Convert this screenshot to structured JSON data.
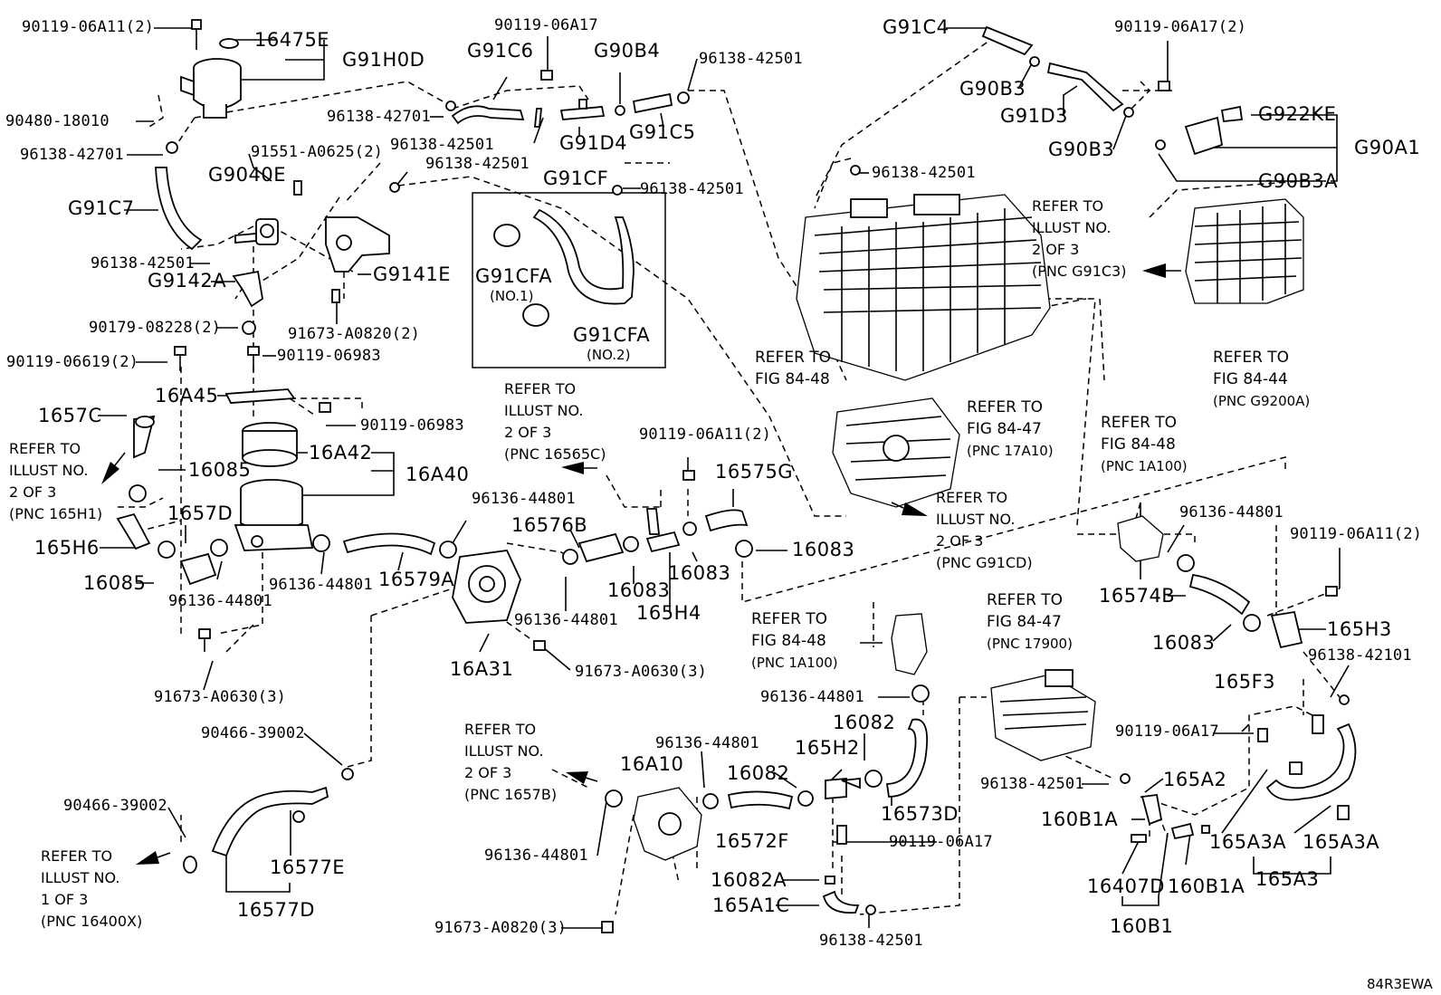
{
  "diagram_id": "84R3EWA",
  "parts": {
    "p_90119_06A11_2_top": "90119-06A11(2)",
    "p_16475E": "16475E",
    "p_G91H0D": "G91H0D",
    "p_90480_18010": "90480-18010",
    "p_96138_42701_a": "96138-42701",
    "p_96138_42701_b": "96138-42701",
    "p_G91C7": "G91C7",
    "p_91551_A0625": "91551-A0625(2)",
    "p_G9040E": "G9040E",
    "p_96138_42501_a": "96138-42501",
    "p_G9142A": "G9142A",
    "p_G9141E": "G9141E",
    "p_90179_08228": "90179-08228(2)",
    "p_91673_A0820_2": "91673-A0820(2)",
    "p_90119_06619": "90119-06619(2)",
    "p_90119_06983_a": "90119-06983",
    "p_16A45": "16A45",
    "p_90119_06983_b": "90119-06983",
    "p_1657C": "1657C",
    "p_16085_a": "16085",
    "p_16A42": "16A42",
    "p_16A40": "16A40",
    "p_1657D": "1657D",
    "p_165H6": "165H6",
    "p_16085_b": "16085",
    "p_96136_44801_a": "96136-44801",
    "p_96136_44801_b": "96136-44801",
    "p_16579A": "16579A",
    "p_91673_A0630_3_a": "91673-A0630(3)",
    "p_90119_06A17_top": "90119-06A17",
    "p_G91C6": "G91C6",
    "p_G90B4": "G90B4",
    "p_96138_42501_b": "96138-42501",
    "p_96138_42501_c": "96138-42501",
    "p_G91D4": "G91D4",
    "p_G91C5": "G91C5",
    "p_96138_42501_d": "96138-42501",
    "p_G91CF": "G91CF",
    "p_96138_42501_e": "96138-42501",
    "p_G91CFA_1": "G91CFA",
    "p_no1": "(NO.1)",
    "p_G91CFA_2": "G91CFA",
    "p_no2": "(NO.2)",
    "p_G91C4": "G91C4",
    "p_90119_06A17_2": "90119-06A17(2)",
    "p_G90B3_a": "G90B3",
    "p_G91D3": "G91D3",
    "p_G922KE": "G922KE",
    "p_G90B3_b": "G90B3",
    "p_G90A1": "G90A1",
    "p_G90B3A": "G90B3A",
    "p_96138_42501_f": "96138-42501",
    "p_96136_44801_c": "96136-44801",
    "p_90119_06A11_2_mid": "90119-06A11(2)",
    "p_16575G": "16575G",
    "p_16576B": "16576B",
    "p_16083_a": "16083",
    "p_16083_b": "16083",
    "p_16083_c": "16083",
    "p_165H4": "165H4",
    "p_96136_44801_d": "96136-44801",
    "p_16A31": "16A31",
    "p_91673_A0630_3_b": "91673-A0630(3)",
    "p_96136_44801_e": "96136-44801",
    "p_16574B": "16574B",
    "p_90119_06A11_2_right": "90119-06A11(2)",
    "p_165H3": "165H3",
    "p_16083_d": "16083",
    "p_96138_42101": "96138-42101",
    "p_165F3": "165F3",
    "p_90119_06A17_right": "90119-06A17",
    "p_96136_44801_f": "96136-44801",
    "p_16082_a": "16082",
    "p_165H2": "165H2",
    "p_16082_b": "16082",
    "p_16573D": "16573D",
    "p_96138_42501_g": "96138-42501",
    "p_165A2": "165A2",
    "p_160B1A_a": "160B1A",
    "p_165A3A_a": "165A3A",
    "p_165A3A_b": "165A3A",
    "p_16407D": "16407D",
    "p_160B1A_b": "160B1A",
    "p_165A3": "165A3",
    "p_160B1": "160B1",
    "p_90119_06A17_bottom": "90119-06A17",
    "p_16082A": "16082A",
    "p_165A1C": "165A1C",
    "p_96138_42501_h": "96138-42501",
    "p_96136_44801_g": "96136-44801",
    "p_16A10": "16A10",
    "p_16572F": "16572F",
    "p_96136_44801_h": "96136-44801",
    "p_91673_A0820_3": "91673-A0820(3)",
    "p_90466_39002_a": "90466-39002",
    "p_90466_39002_b": "90466-39002",
    "p_16577E": "16577E",
    "p_16577D": "16577D"
  },
  "references": {
    "illust_g91c3": [
      "REFER TO",
      "ILLUST NO.",
      "2 OF 3",
      "(PNC G91C3)"
    ],
    "fig_84_48_top": [
      "REFER TO",
      "FIG 84-48"
    ],
    "fig_84_44": [
      "REFER TO",
      "FIG 84-44",
      "(PNC G9200A)"
    ],
    "fig_84_47_17a10": [
      "REFER TO",
      "FIG 84-47",
      "(PNC 17A10)"
    ],
    "fig_84_48_1a100_right": [
      "REFER TO",
      "FIG 84-48",
      "(PNC 1A100)"
    ],
    "illust_g91cd": [
      "REFER TO",
      "ILLUST NO.",
      "2 OF 3",
      "(PNC G91CD)"
    ],
    "illust_16565c": [
      "REFER TO",
      "ILLUST NO.",
      "2 OF 3",
      "(PNC 16565C)"
    ],
    "illust_165h1": [
      "REFER TO",
      "ILLUST NO.",
      "2 OF 3",
      "(PNC 165H1)"
    ],
    "fig_84_48_1a100_mid": [
      "REFER TO",
      "FIG 84-48",
      "(PNC 1A100)"
    ],
    "fig_84_47_17900": [
      "REFER TO",
      "FIG 84-47",
      "(PNC 17900)"
    ],
    "illust_1657b": [
      "REFER TO",
      "ILLUST NO.",
      "2 OF 3",
      "(PNC 1657B)"
    ],
    "illust_16400x": [
      "REFER TO",
      "ILLUST NO.",
      "1 OF 3",
      "(PNC 16400X)"
    ]
  }
}
